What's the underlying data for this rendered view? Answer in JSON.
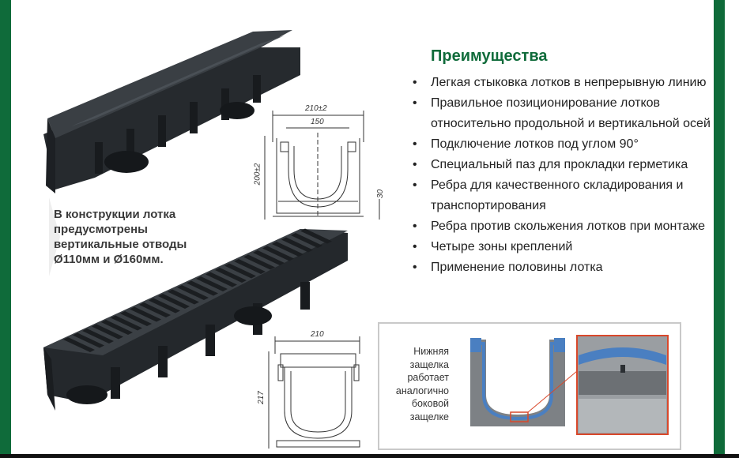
{
  "title": "Преимущества",
  "benefits": [
    "Легкая стыковка лотков в непрерывную линию",
    "Правильное позиционирование лотков относительно продольной и вертикальной осей",
    "Подключение лотков под углом 90°",
    "Специальный паз для прокладки герметика",
    "Ребра для качественного складирования и транспортирования",
    "Ребра против скольжения лотков при монтаже",
    "Четыре зоны креплений",
    "Применение половины лотка"
  ],
  "note": "В конструкции лотка предусмотрены вертикальные отводы Ø110мм и Ø160мм.",
  "info_box": {
    "lines": [
      "Нижняя",
      "защелка",
      "работает",
      "аналогично",
      "боковой",
      "защелке"
    ]
  },
  "drawing_top": {
    "width_outer": "210±2",
    "width_inner": "150",
    "height": "200±2",
    "base": "30"
  },
  "drawing_bottom": {
    "width": "210",
    "height": "217"
  },
  "colors": {
    "brand_green": "#0f6b3a",
    "product_dark": "#2b2f33",
    "highlight_blue": "#4a7fc1",
    "accent_red": "#d9482b"
  }
}
